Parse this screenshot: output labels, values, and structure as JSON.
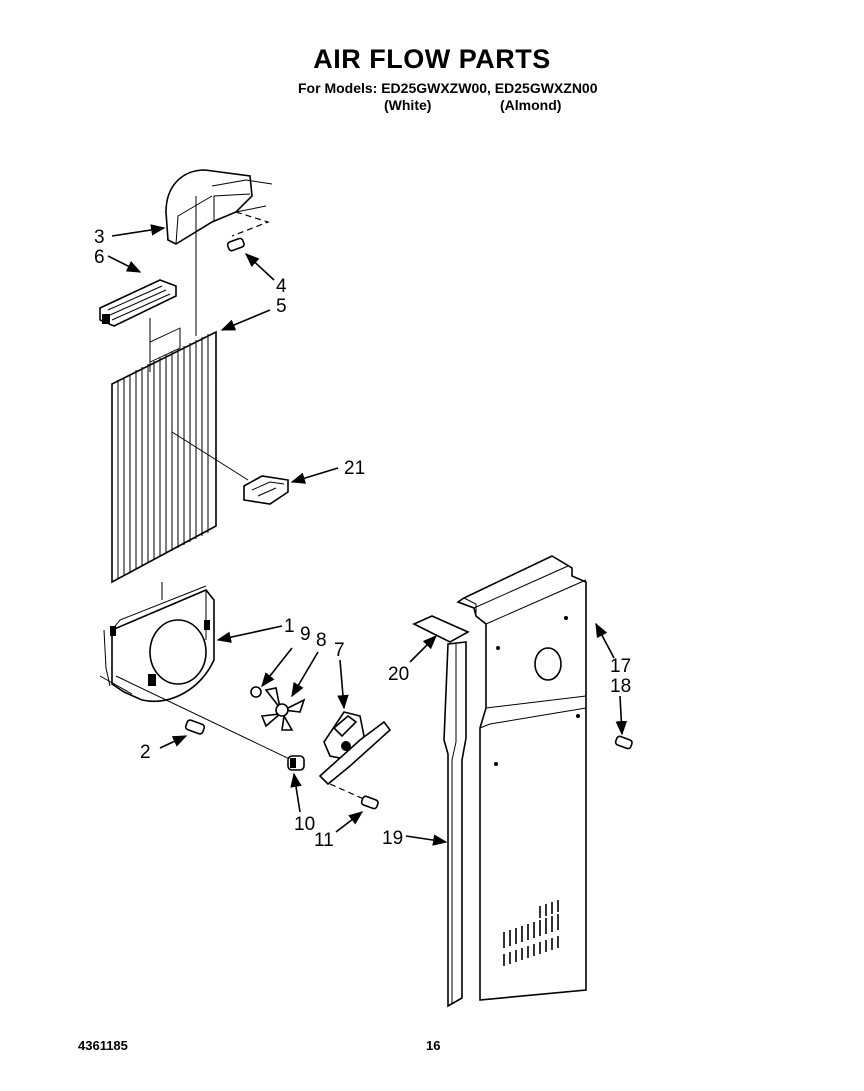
{
  "header": {
    "title": "AIR FLOW PARTS",
    "models_line": "For Models: ED25GWXZW00, ED25GWXZN00",
    "variant_white": "(White)",
    "variant_almond": "(Almond)"
  },
  "footer": {
    "document_number": "4361185",
    "page_number": "16"
  },
  "callouts": [
    "3",
    "6",
    "4",
    "5",
    "21",
    "1",
    "9",
    "8",
    "7",
    "2",
    "10",
    "11",
    "20",
    "17",
    "18",
    "19"
  ]
}
